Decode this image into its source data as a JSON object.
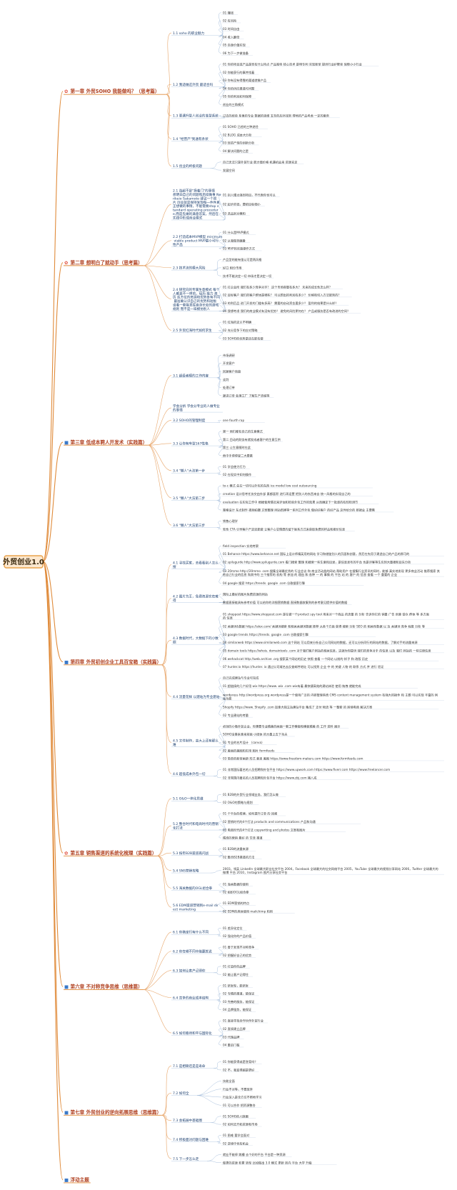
{
  "root": "外贸创业1.0",
  "chapters": [
    {
      "icon": "✿",
      "title": "第一章 外贸SOHO 我能做吗？（思考篇）",
      "sections": [
        {
          "title": "1.1 soho 的职业魅力",
          "leaves": [
            "01 赚钱",
            "02 有风险",
            "03 时间自由",
            "04 收入翻倍",
            "05 自身价值实现",
            "06 为下一步做准备"
          ]
        },
        {
          "title": "1.2 我适做这外贸 最适合吗",
          "leaves": [
            "01 你的项目或产品是否有什么特点 产品独特 核心技术 是明专利 实现新型 提供行业护壁垒 保障小小行业",
            "02 你能获行的事并找着",
            "03 你有没有得靠的渠道就像产品",
            "04 你的供应渠道可问题",
            "05 你的利润如何保障",
            "创业的三角模式"
          ]
        },
        {
          "title": "1.3 要遇升型人创业的准型系统",
          "leaves": [
            "过去的经验 系像的专业 数据的思维 五至的后补找到 得地的产品考虑 一定的服务"
          ]
        },
        {
          "title": "1.4 \"经营产\"到通有条状",
          "leaves": [
            "01 SOHO 已经的三种途径",
            "02 BLOG 成本大分析",
            "03 轻资产型的创新分析",
            "04 解决问题的之是"
          ]
        },
        {
          "title": "1.5 创业的终极问题",
          "leaves": [
            "自己无法只是外贸行业 能力值价格 机遇机会来 资源充足",
            "发展空间"
          ]
        }
      ]
    },
    {
      "icon": "✿",
      "title": "第二章 想明白了就动手（思考篇）",
      "sections": [
        {
          "title": "2.1 选超不是\"扬着门\"的事情 想明白自己的问题和后续做事 Nerikeio Sakamoto 建议一个照片 创业就是保持发现每一件件真正想做的事情，不能需要stop standard operating procedure,而是先做的满意答案，然后在实践中形成商业模式",
          "leaves": [
            "01 别人懂太强同项目，不代表你也可以",
            "02 起步的钱，要把目标细小",
            "03 选品别对模和"
          ]
        },
        {
          "title": "2.2 打造成本MVP模型 minimum viable product MVP最小可行性产品",
          "leaves": [
            "01 什么是MVP模式",
            "02 从我做到编备",
            "03 MVP的实施操作方式"
          ]
        },
        {
          "title": "2.3 技术流的模大风险",
          "leaves": [
            "产品型的能有强认可是两风格",
            "好口 相分市场",
            "技术不能决定一切 市场才是决定一切"
          ]
        },
        {
          "title": "2.4 研究向的专属生意模式 每个人都是不一样的，经历 能力 资历 反方位的资源和优势各有不同 最准确认识自己的优势和短板 设着一套能发挥自身长处的游戏规则 而不是一味模仿别人",
          "leaves": [
            "01 打企业所 我们有多少竞争对手？ 这个市场容量有多大？ 未来的成长性怎么样？",
            "02 目标客户 我们的客户群体是哪些？ 可以想出的利润有多少？ 价格和切入方法能到的？",
            "03 的利后品 进门开发的门槛有多高？ 需要的启动资金要多少？ 盈利的结果是什么样？",
            "04 我想考虑 我们的商业模式有没有优势？ 避免的风险更何在？ 产品或服务是否有改进的空间？"
          ]
        },
        {
          "title": "2.5 外贸红海时代如何求生",
          "leaves": [
            "01 红海的定义不明确",
            "02 充分竞争下的应对策略",
            "03 SOHO的优势是还在能有做"
          ]
        }
      ]
    },
    {
      "icon": "■",
      "title": "第三章 低成本聘人开发术（实践篇）",
      "sections": [
        {
          "title": "3.1 超级者模的工作内容",
          "leaves": [
            "市场调研",
            "开发客户",
            "回复客户询盘",
            "谈判",
            "处理订单",
            "跟进订单 处理工厂 了解生产流程等"
          ]
        },
        {
          "title": "学会分拆 学会分专业的人做专业的事情",
          "leaves": []
        },
        {
          "title": "3.2 SOHO的管理制度",
          "leaves": [
            "one fourth rap"
          ]
        },
        {
          "title": "3.3 让你有车型167性格",
          "leaves": [
            "第一 他们都有自己的生意模式",
            "第二 目动的财务有就发成者客户的生意互供",
            "第三 让生意随时在此",
            "他中手停停受二大要素"
          ]
        },
        {
          "title": "3.4 \"懒人\"大法第一步",
          "leaves": [
            "01 学会使力打力",
            "02 在现实中如何操作"
          ]
        },
        {
          "title": "3.5 \"懒人\"大法第二步",
          "leaves": [
            "to-c 模式 先在一切可以外包的东西 ice model low cost outsourcing",
            "creation 设计思考任务交由外部 素都面积 进行再设置 把别人的东西来自 统一风格的实现自己的",
            "evaluation 在实际工作中 根据使用情况来评估和检验外包工作的效果 从而确定下一批谁的有较检测节",
            "渠格设计 东尤制作 视频拍摄 文案整理 网站搭建等一系列工作外包 做好好客户 的好产品 这件给分的 那就会 主要需"
          ]
        },
        {
          "title": "3.6 \"懒人\"大法第三步",
          "leaves": [
            "销售心理学",
            "软性 CTA 引导客户产定还能做 让客户心甘情愿的留下联系方式来获取免费的样品和报价信息"
          ]
        }
      ]
    },
    {
      "icon": "■",
      "title": "第四章 外贸初创企业工具百宝箱（实践篇）",
      "sections": [
        {
          "title": "4.1 寻找买家，去看看别人怎么搜",
          "leaves": [
            "field inspection 实地考察",
            "01 Behance https://www.behance.net 国际上设计师精英用的网站 学习和借鉴别人的页面和创意，然后在先用于建造自己的产品的原可的",
            "02 spilugurde http://www.spilugurde.com 看门搜索 整理 和搜索一些生意和目录，是信息发布的平台 也是评客等生应到大量搜和目东分析",
            "03 20mmo http://20mmo .com 搜集全球最优秀的 行业会议 和 商业活动类的网站 帮助用户 在搜集行业资讯的同时，能够 真实地发现 更多商业活动 推荐搜索 其他自己行业的信息 和其中的 三个推荐的 机构 等 参加 的 理由 和 各种 一 的 事情 的 平台 站 的 客户 的 信息 查看 一个 重要的 企业",
            "04 google 搜索 https://trends. google .com 谷歌搜索引擎"
          ]
        },
        {
          "title": "4.2 图片为王，免费资源实在难得",
          "leaves": [
            "国际上最好的图片免费资源的网站",
            "数据直接能具有参考价值 可以给你的详细营销数据 直接数据收集到的参考意见提供价值的数据"
          ]
        },
        {
          "title": "4.3 数据时代，大数据下的小数据",
          "leaves": [
            "01 shoppost https://www.shoppost.com 是在做一个product spy tool 用来对一个商品 的流量 的 分析 告诉你它的 销量 广告 创意 受众 群体 等 多方面 的 信息",
            "02 关键词&数据 https://alex.com/ 关键词搜索 和相关关键词数据 推荐 从各个方面 获得 搜索 分析 SEO 的 相关性数据 以 及  关键词 竞争 程度 分析 等",
            "03 google trends https://trends. google .com 谷歌搜索引擎",
            "04 similarweb https://www.similarweb.com 这个网站 可以用来分析自己公司网站的数据，还可以分析同行的网站的数据，了解对手的流量来源",
            "05 domain tools https://whois. domaintools .com 对于我们客户网站的相关信息，这就为你提供 我们的竞争对手 的信息 以及 我们 网站的 一些注册信息",
            "06 wehackcat http://web.archive .org 搜索某个网站的历史 快照 查看 一个网站 以前的 样子 和 改版 历史",
            "07 hunter.io https://hunter. io 通过公司域名去反查邮件地址 可以找到 企业 中 的 关键 人物 的 联系 方式 并 进行 验证"
          ]
        },
        {
          "title": "4.4 流量花样 以建站为专业建站",
          "leaves": [
            "自己完成建站与专业可完成",
            "01 超链接的几个好用 wix https://www. wix .com wix有着 最快捷高效的建站体验 使用 拖拽 就能完成",
            "wordpress http://wordpress.org wordpress是一个使用广泛的 内容管理系统 CMS content management system 有强大的插件 和 主题 可以实现 丰富的 网站功能",
            "Shopify https://www. Shopify .com 加拿大独立站建站平台 集成了 支付 物流 等 一整套 的 跨境电商 解决方案",
            "02 专业建站的考量"
          ]
        },
        {
          "title": "4.5 文件制作，高大上还有那么难",
          "leaves": [
            "初创的小微外贸企业，你需要专业精美的画面一套工作模版和模板精美 的 工作 资料 展示",
            "SOHO没事来拿来前面 小团体 的力量上去下功夫",
            "01 专业的名片设计 （canva）",
            "02 美丽的美图和实用 图片 formfeeds",
            "03 简单的新型画册 形式 意思 美图 https://www.freedom-makers.com https://www.formfeeds.com"
          ]
        },
        {
          "title": "4.6 超低成本外包一切",
          "leaves": [
            "01 非常国际著名的人员招聘和外包平台 https://www.upwork.com https://www.fiverr.com https://www.freelancer.com",
            "02 非常国内著名的人员招聘和外包平台 https://www.zbj.com 猪八戒"
          ]
        }
      ]
    },
    {
      "icon": "✿",
      "title": "第五章 销售渠道的系统化梳理（实践篇）",
      "sections": [
        {
          "title": "5.1 O&O一体化思维",
          "leaves": [
            "01 B2B的外贸行业领域业务，我们怎么做",
            "02 O&O的策略与规划"
          ]
        },
        {
          "title": "5.2 整合时代和电商时代的营销化打法",
          "leaves": [
            "01 个平台的搭建，如何提升订单 的 回报",
            "02 营销时代的4个打法 products and communications 产品和沟通",
            "03 电商时代的4个打法 copywriting and photos 文案和图片",
            "精准的营销 最好 的 交流 渠道"
          ]
        },
        {
          "title": "5.3 按年B2B渠道再闪战",
          "leaves": [
            "01 B2B的流量来源",
            "02 整合B2B渠道的方法"
          ]
        },
        {
          "title": "5.4 SNS营销攻略",
          "leaves": [
            "2003，领英 LinkedIn 全球最大职业社交平台 2004，Facebook 全球最大的社交网络平台 2005，YouTube 全球最大的视频分享网站 2006，Twitter 全球最大的 微博 平台 2010，Instagram 图片分享社交平台"
          ]
        },
        {
          "title": "5.5 海关数据的OGL组合拳",
          "leaves": [
            "01 海关数据的使用",
            "02 组织OGL组合拳"
          ]
        },
        {
          "title": "5.6 EDM渠道营销到e-mail direct marketing",
          "leaves": [
            "01 EDM营销的特点",
            "02 EDM的具体使用 mailchimp 和用"
          ]
        }
      ]
    },
    {
      "icon": "■",
      "title": "第六章 不对称竞争思维（思维篇）",
      "sections": [
        {
          "title": "6.1 你确定行有什么不同",
          "leaves": [
            "01 差异化定位",
            "02 强化你的产品价值"
          ]
        },
        {
          "title": "6.2 你在哪不同中能赢就说",
          "leaves": [
            "01 善于发现不对称竞争",
            "02 把握好自己的优势"
          ]
        },
        {
          "title": "6.3 如何让客户记得你",
          "leaves": [
            "01 打造你的品牌",
            "02 能让客户记得住"
          ]
        },
        {
          "title": "6.4 竞争的商业成本结构",
          "leaves": [
            "01 研发型，能研发",
            "02 专精的渠道，能保证",
            "03 完善的服务，能保证",
            "04 品牌强势，能保证"
          ]
        },
        {
          "title": "6.5 如何看待和平与国际化",
          "leaves": [
            "01 直接寻找合作伙伴外贸行业",
            "02 直接建立品牌",
            "03 代理品牌",
            "04 重启门槛"
          ]
        }
      ]
    },
    {
      "icon": "■",
      "title": "第七章 外贸创业的逆向拓展思维（思维篇）",
      "sections": [
        {
          "title": "7.1 是相聊还是是寿命",
          "leaves": [
            "01 你能获得或是答案吗？",
            "02 不，我变得越是更好"
          ]
        },
        {
          "title": "7.2 如何全",
          "leaves": [
            "技能全面",
            "行业不对等，不要放弃",
            "行业深入是全方位不断地学习",
            "01 可以合作 把资源整合"
          ]
        },
        {
          "title": "7.3 会拓展中基础圈",
          "leaves": [
            "01 SOHO的人脉圈",
            "02 如何去开拓资源和市场"
          ]
        },
        {
          "title": "7.4 积极面对问题与困难",
          "leaves": [
            "01 困难 要学会面对",
            "02 逆境中也有机会"
          ]
        },
        {
          "title": "7.5 下一步怎么走",
          "leaves": [
            "就业不能停 跳槽 去个好的平台 平台是一种资源",
            "做更的资源 积累 转型 比如做出 3.0 模式 更新 转向 平台 大学 升级"
          ]
        }
      ]
    },
    {
      "icon": "■",
      "title": "浮动主题",
      "sections": []
    }
  ]
}
